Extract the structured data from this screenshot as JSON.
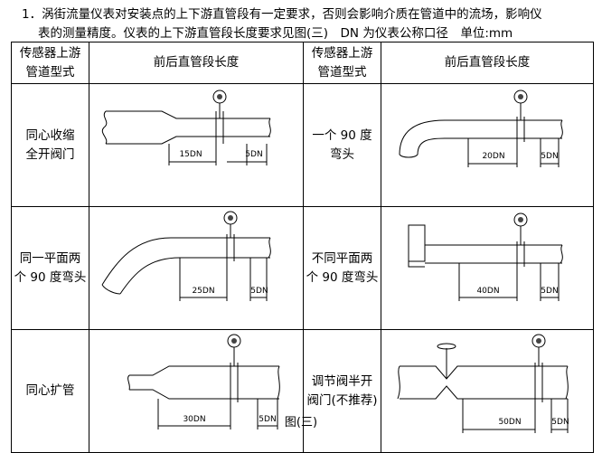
{
  "intro": {
    "line1": "1．涡街流量仪表对安装点的上下游直管段有一定要求，否则会影响介质在管道中的流场，影响仪",
    "line2": "表的测量精度。仪表的上下游直管段长度要求见图(三)　DN 为仪表公称口径　单位:mm"
  },
  "table": {
    "header_type": [
      "传感器上游",
      "管道型式"
    ],
    "header_length": "前后直管段长度",
    "rows": [
      {
        "left": {
          "type": [
            "同心收缩",
            "全开阀门"
          ],
          "upstream": "15DN",
          "downstream": "5DN"
        },
        "right": {
          "type": [
            "一个 90 度",
            "弯头"
          ],
          "upstream": "20DN",
          "downstream": "5DN"
        }
      },
      {
        "left": {
          "type": [
            "同一平面两",
            "个 90 度弯头"
          ],
          "upstream": "25DN",
          "downstream": "5DN"
        },
        "right": {
          "type": [
            "不同平面两",
            "个 90 度弯头"
          ],
          "upstream": "40DN",
          "downstream": "5DN"
        }
      },
      {
        "left": {
          "type": [
            "同心扩管"
          ],
          "upstream": "30DN",
          "downstream": "5DN"
        },
        "right": {
          "type": [
            "调节阀半开",
            "阀门(不推荐)"
          ],
          "upstream": "50DN",
          "downstream": "5DN"
        }
      }
    ]
  },
  "caption": "图(三)"
}
